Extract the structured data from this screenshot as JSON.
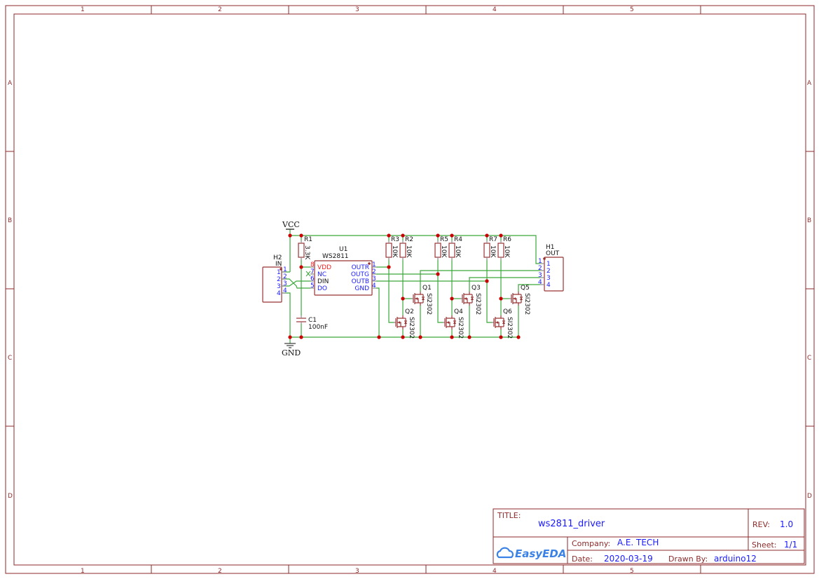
{
  "frame": {
    "columns": [
      "1",
      "2",
      "3",
      "4",
      "5"
    ],
    "rows": [
      "A",
      "B",
      "C",
      "D"
    ]
  },
  "nets": {
    "vcc": "VCC",
    "gnd": "GND"
  },
  "components": {
    "h2": {
      "ref": "H2",
      "value": "IN",
      "pins": [
        "1",
        "2",
        "3",
        "4"
      ]
    },
    "h1": {
      "ref": "H1",
      "value": "OUT",
      "pins": [
        "1",
        "2",
        "3",
        "4"
      ]
    },
    "u1": {
      "ref": "U1",
      "value": "WS2811",
      "left_pins": [
        {
          "num": "8",
          "name": "VDD"
        },
        {
          "num": "7",
          "name": "NC"
        },
        {
          "num": "6",
          "name": "DIN"
        },
        {
          "num": "5",
          "name": "DO"
        }
      ],
      "right_pins": [
        {
          "num": "1",
          "name": "OUTR"
        },
        {
          "num": "2",
          "name": "OUTG"
        },
        {
          "num": "3",
          "name": "OUTB"
        },
        {
          "num": "4",
          "name": "GND"
        }
      ]
    },
    "r1": {
      "ref": "R1",
      "value": "3.3K"
    },
    "c1": {
      "ref": "C1",
      "value": "100nF"
    },
    "resistors": [
      {
        "ref": "R3",
        "value": "10K"
      },
      {
        "ref": "R2",
        "value": "10K"
      },
      {
        "ref": "R5",
        "value": "10K"
      },
      {
        "ref": "R4",
        "value": "10K"
      },
      {
        "ref": "R7",
        "value": "10K"
      },
      {
        "ref": "R6",
        "value": "10K"
      }
    ],
    "mosfets": [
      {
        "ref": "Q1",
        "value": "SI2302"
      },
      {
        "ref": "Q2",
        "value": "SI2302"
      },
      {
        "ref": "Q3",
        "value": "SI2302"
      },
      {
        "ref": "Q4",
        "value": "SI2302"
      },
      {
        "ref": "Q5",
        "value": "SI2302"
      },
      {
        "ref": "Q6",
        "value": "SI2302"
      }
    ]
  },
  "title_block": {
    "title_label": "TITLE:",
    "title": "ws2811_driver",
    "rev_label": "REV:",
    "rev": "1.0",
    "company_label": "Company:",
    "company": "A.E. TECH",
    "sheet_label": "Sheet:",
    "sheet": "1/1",
    "date_label": "Date:",
    "date": "2020-03-19",
    "drawn_by_label": "Drawn By:",
    "drawn_by": "arduino12",
    "logo": "EasyEDA"
  },
  "colors": {
    "frame": "#8c2a2a",
    "wire": "#3aa83a",
    "part": "#993333",
    "text": "#1a1aff",
    "junction": "#cc0000"
  }
}
